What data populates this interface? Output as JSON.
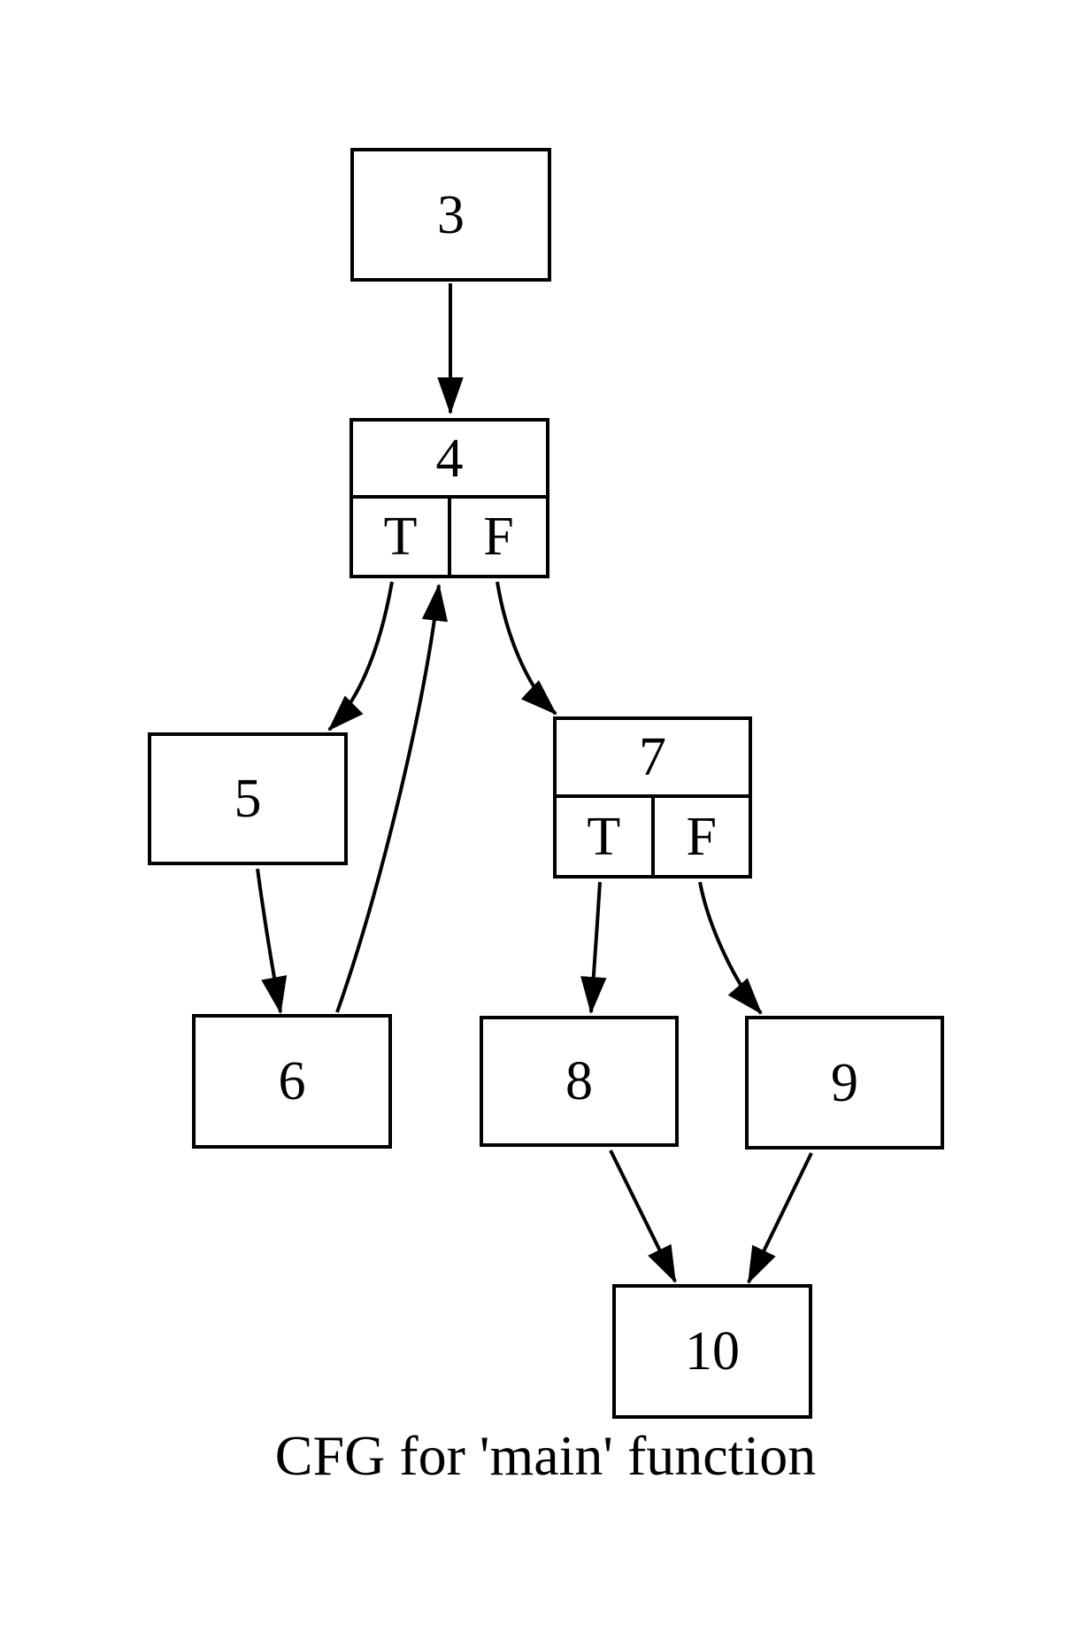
{
  "graph": {
    "title": "CFG for 'main' function",
    "colors": {
      "stroke": "#000000",
      "background": "#ffffff"
    },
    "nodes": {
      "n3": {
        "label": "3"
      },
      "n4": {
        "label": "4",
        "true_label": "T",
        "false_label": "F"
      },
      "n5": {
        "label": "5"
      },
      "n6": {
        "label": "6"
      },
      "n7": {
        "label": "7",
        "true_label": "T",
        "false_label": "F"
      },
      "n8": {
        "label": "8"
      },
      "n9": {
        "label": "9"
      },
      "n10": {
        "label": "10"
      }
    },
    "edges": [
      {
        "from": "3",
        "to": "4"
      },
      {
        "from": "4",
        "to": "5",
        "branch": "T"
      },
      {
        "from": "4",
        "to": "7",
        "branch": "F"
      },
      {
        "from": "5",
        "to": "6"
      },
      {
        "from": "6",
        "to": "4"
      },
      {
        "from": "7",
        "to": "8",
        "branch": "T"
      },
      {
        "from": "7",
        "to": "9",
        "branch": "F"
      },
      {
        "from": "8",
        "to": "10"
      },
      {
        "from": "9",
        "to": "10"
      }
    ]
  }
}
